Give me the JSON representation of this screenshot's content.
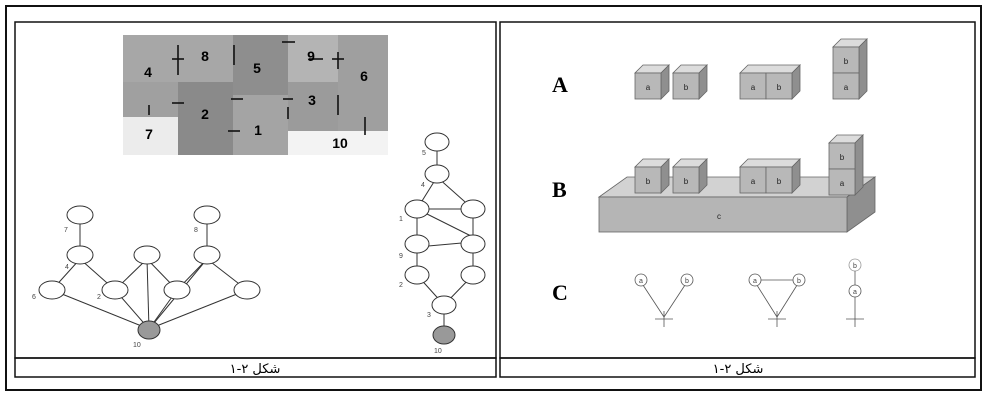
{
  "left_panel": {
    "caption": "شكل ٢-١",
    "regions": [
      "4",
      "8",
      "5",
      "9",
      "6",
      "2",
      "3",
      "7",
      "1",
      "10"
    ],
    "graph_left_labels": [
      "7",
      "8",
      "4",
      "6",
      "2",
      "10"
    ],
    "graph_right_labels": [
      "5",
      "4",
      "1",
      "9",
      "2",
      "3",
      "10"
    ]
  },
  "right_panel": {
    "caption": "شكل ٢-١",
    "row_labels": [
      "A",
      "B",
      "C"
    ],
    "cube_letters": [
      "a",
      "b",
      "c"
    ],
    "colors": {
      "cube": "#b8b8b8",
      "cube_top": "#dcdcdc",
      "cube_side": "#8f8f8f",
      "table": "#b5b5b5"
    }
  },
  "colors": {
    "dark": "#8c8c8c",
    "mid": "#a7a7a7",
    "light": "#c4c4c4",
    "lighter": "#e8e8e8",
    "node_fill": "#999999"
  }
}
